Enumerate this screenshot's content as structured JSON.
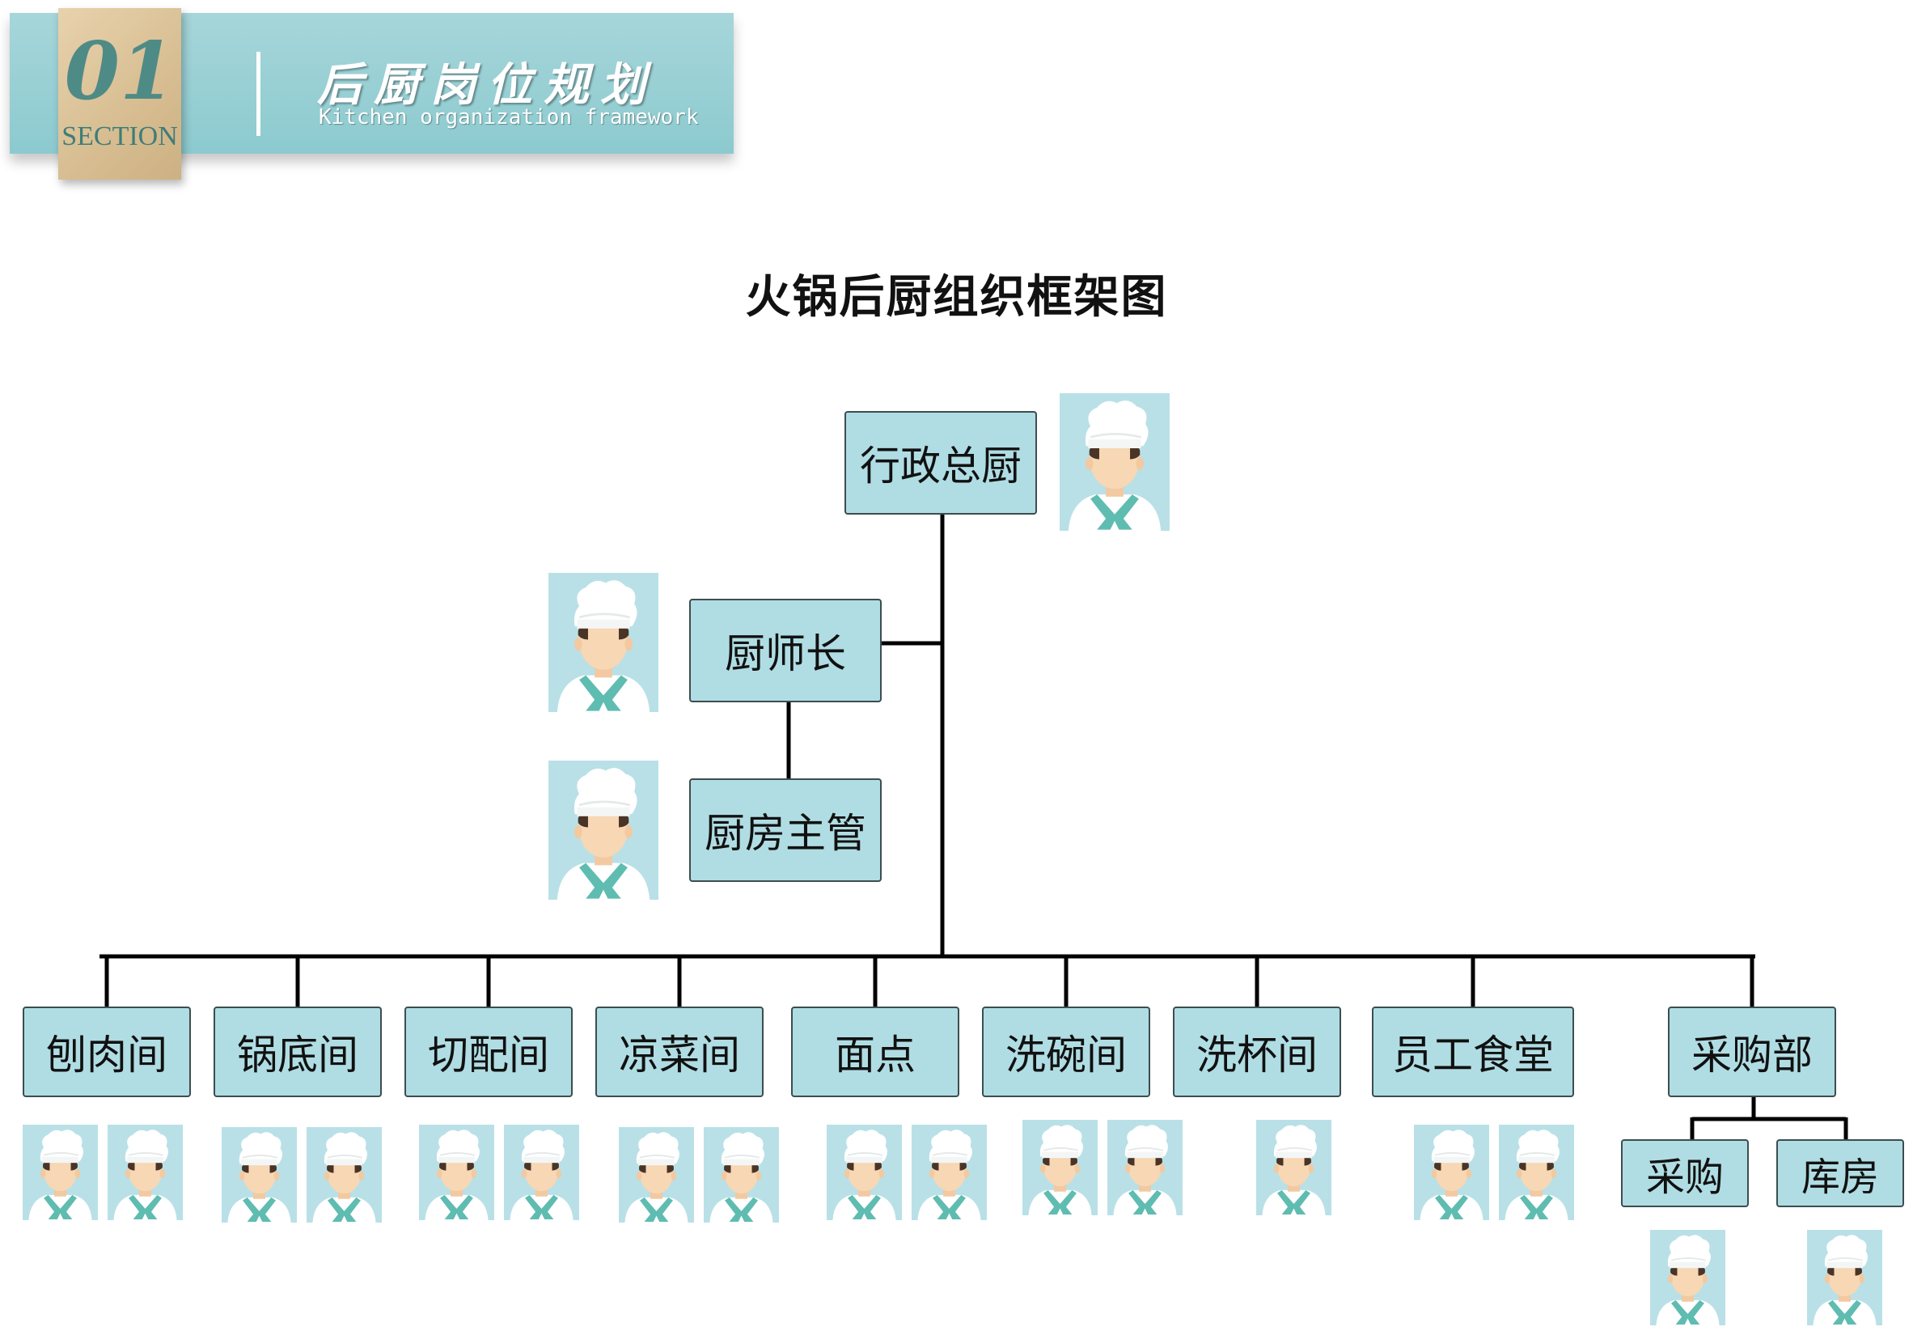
{
  "header": {
    "section_number": "01",
    "section_label": "SECTION",
    "title": "后厨岗位规划",
    "subtitle": "Kitchen organization framework"
  },
  "diagram": {
    "title": "火锅后厨组织框架图",
    "executive_chef": "行政总厨",
    "head_chef": "厨师长",
    "kitchen_supervisor": "厨房主管",
    "departments": [
      {
        "label": "刨肉间",
        "staff": 2
      },
      {
        "label": "锅底间",
        "staff": 2
      },
      {
        "label": "切配间",
        "staff": 2
      },
      {
        "label": "凉菜间",
        "staff": 2
      },
      {
        "label": "面点",
        "staff": 2
      },
      {
        "label": "洗碗间",
        "staff": 2
      },
      {
        "label": "洗杯间",
        "staff": 1
      },
      {
        "label": "员工食堂",
        "staff": 2
      },
      {
        "label": "采购部",
        "staff": 0
      }
    ],
    "purchasing_subunits": [
      {
        "label": "采购",
        "staff": 1
      },
      {
        "label": "库房",
        "staff": 1
      }
    ]
  },
  "colors": {
    "banner": "#99cfd4",
    "badge": "#dcc49a",
    "node_fill": "#b0dde3",
    "node_border": "#3c4d50",
    "avatar_bg": "#b9e0e7",
    "scarf": "#5fbcb1",
    "connector": "#000000"
  },
  "icons": {
    "avatar": "chef-avatar-icon"
  }
}
